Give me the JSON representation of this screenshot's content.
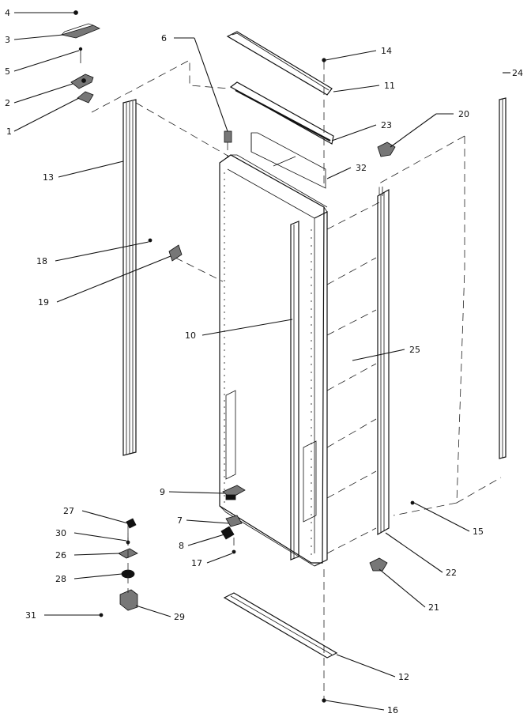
{
  "callouts": [
    {
      "id": "4",
      "label": "4"
    },
    {
      "id": "3",
      "label": "3"
    },
    {
      "id": "5",
      "label": "5"
    },
    {
      "id": "2",
      "label": "2"
    },
    {
      "id": "1",
      "label": "1"
    },
    {
      "id": "6",
      "label": "6"
    },
    {
      "id": "13",
      "label": "13"
    },
    {
      "id": "14",
      "label": "14"
    },
    {
      "id": "11",
      "label": "11"
    },
    {
      "id": "23",
      "label": "23"
    },
    {
      "id": "32",
      "label": "32"
    },
    {
      "id": "20",
      "label": "20"
    },
    {
      "id": "24",
      "label": "24"
    },
    {
      "id": "18",
      "label": "18"
    },
    {
      "id": "19",
      "label": "19"
    },
    {
      "id": "10",
      "label": "10"
    },
    {
      "id": "25",
      "label": "25"
    },
    {
      "id": "9",
      "label": "9"
    },
    {
      "id": "7",
      "label": "7"
    },
    {
      "id": "8",
      "label": "8"
    },
    {
      "id": "17",
      "label": "17"
    },
    {
      "id": "27",
      "label": "27"
    },
    {
      "id": "30",
      "label": "30"
    },
    {
      "id": "26",
      "label": "26"
    },
    {
      "id": "28",
      "label": "28"
    },
    {
      "id": "31",
      "label": "31"
    },
    {
      "id": "29",
      "label": "29"
    },
    {
      "id": "15",
      "label": "15"
    },
    {
      "id": "22",
      "label": "22"
    },
    {
      "id": "21",
      "label": "21"
    },
    {
      "id": "12",
      "label": "12"
    },
    {
      "id": "16",
      "label": "16"
    }
  ]
}
